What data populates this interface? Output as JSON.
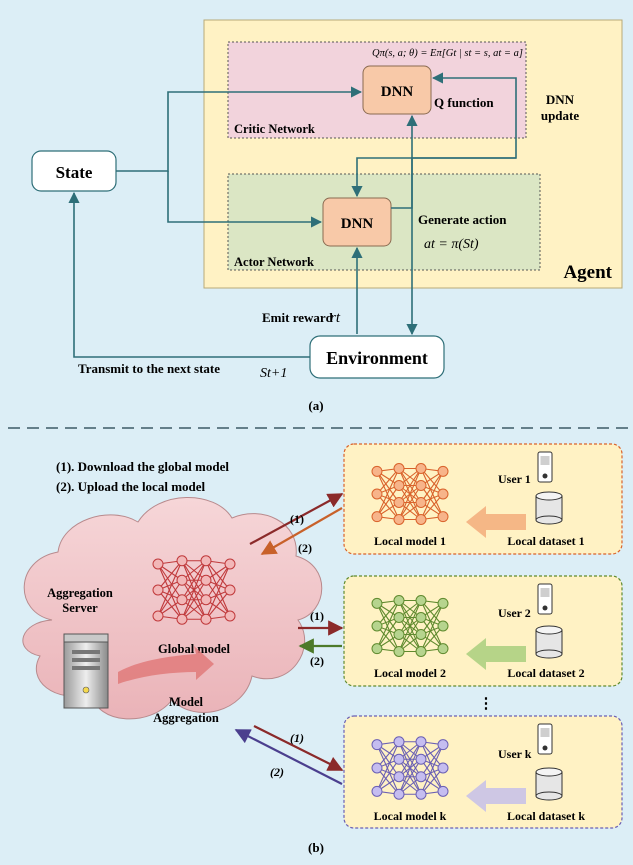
{
  "part_a": {
    "agent_label": "Agent",
    "state_label": "State",
    "critic_network_label": "Critic Network",
    "actor_network_label": "Actor Network",
    "critic_dnn_label": "DNN",
    "actor_dnn_label": "DNN",
    "q_function_label": "Q function",
    "dnn_update_line1": "DNN",
    "dnn_update_line2": "update",
    "q_equation": "Qπ(s, a; θ) = Eπ[Gt | st = s, at = a]",
    "generate_action_label": "Generate action",
    "action_equation": "at = π(St)",
    "emit_reward_label": "Emit reward",
    "reward_symbol": "rt",
    "environment_label": "Environment",
    "transmit_label": "Transmit to the next state",
    "next_state_symbol": "St+1",
    "caption": "(a)"
  },
  "part_b": {
    "legend_line1": "(1). Download the global model",
    "legend_line2": "(2). Upload the local model",
    "server_label_line1": "Aggregation",
    "server_label_line2": "Server",
    "global_model_label": "Global model",
    "model_aggregation_line1": "Model",
    "model_aggregation_line2": "Aggregation",
    "vertical_ellipsis": "⋮",
    "step1_label": "(1)",
    "step2_label": "(2)",
    "clients": [
      {
        "user_label": "User 1",
        "local_model_label": "Local model 1",
        "local_dataset_label": "Local dataset 1",
        "color": "#d9622b"
      },
      {
        "user_label": "User 2",
        "local_model_label": "Local model 2",
        "local_dataset_label": "Local dataset 2",
        "color": "#5f8a2e"
      },
      {
        "user_label": "User k",
        "local_model_label": "Local model k",
        "local_dataset_label": "Local dataset k",
        "color": "#6a5fb4"
      }
    ],
    "caption": "(b)"
  },
  "colors": {
    "background": "#dceef6",
    "agent_fill": "#fff2c4",
    "critic_fill": "#f2d3dc",
    "actor_fill": "#dbe6c4",
    "dnn_fill": "#f8c9a8",
    "arrow": "#2e6f78",
    "cloud_fill": "#f3c5c9",
    "client_fill": "#fff2c4",
    "global_nn": "#c0393b"
  }
}
